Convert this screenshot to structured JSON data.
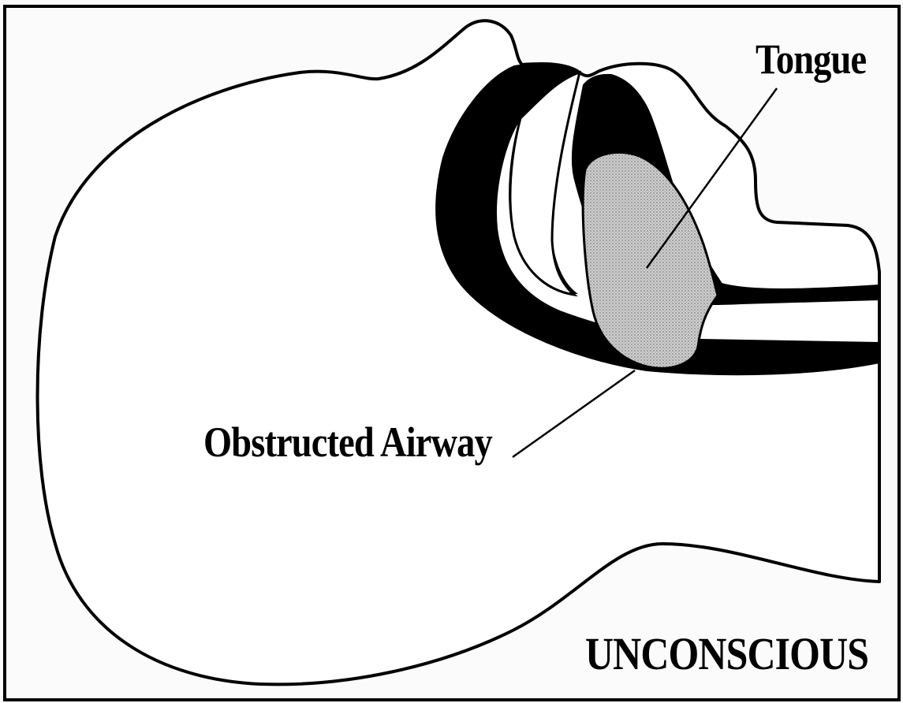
{
  "labels": {
    "tongue": "Tongue",
    "obstructed_airway": "Obstructed Airway",
    "state": "UNCONSCIOUS"
  },
  "colors": {
    "outline": "#000000",
    "airway_fill": "#000000",
    "tongue_fill": "#c9c9c9",
    "paper": "#fbfbfb"
  }
}
